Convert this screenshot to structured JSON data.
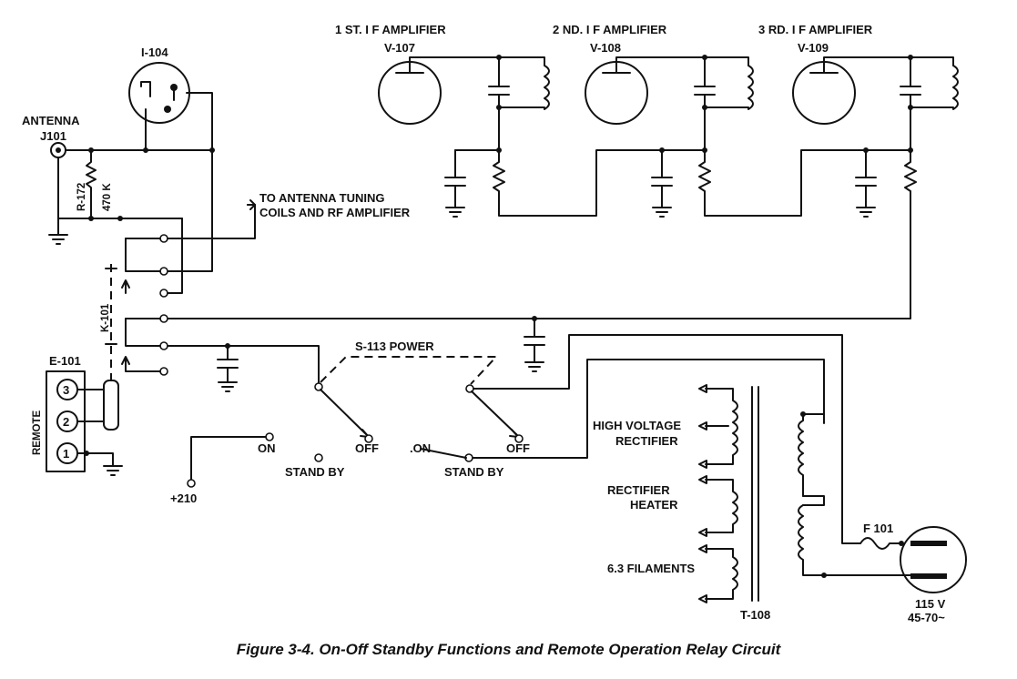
{
  "caption": "Figure 3-4. On-Off Standby Functions and Remote Operation Relay Circuit",
  "labels": {
    "if1": "1 ST. I F AMPLIFIER",
    "if2": "2 ND. I F AMPLIFIER",
    "if3": "3 RD. I F AMPLIFIER",
    "v107": "V-107",
    "v108": "V-108",
    "v109": "V-109",
    "i104": "I-104",
    "antenna": "ANTENNA",
    "j101": "J101",
    "r172a": "R-172",
    "r172b": "470 K",
    "tuning1": "TO ANTENNA TUNING",
    "tuning2": "COILS AND RF AMPLIFIER",
    "k101": "K-101",
    "e101": "E-101",
    "remote": "REMOTE",
    "t1": "3",
    "t2": "2",
    "t3": "1",
    "s113": "S-113 POWER",
    "on1": "ON",
    "off1": "OFF",
    "standby1": "STAND BY",
    "on2": ".ON",
    "off2": "OFF",
    "standby2": "STAND BY",
    "plus210": "+210",
    "hv1": "HIGH VOLTAGE",
    "hv2": "RECTIFIER",
    "rh1": "RECTIFIER",
    "rh2": "HEATER",
    "fil": "6.3 FILAMENTS",
    "t108": "T-108",
    "f101": "F 101",
    "v115": "115 V",
    "hz": "45-70~"
  }
}
